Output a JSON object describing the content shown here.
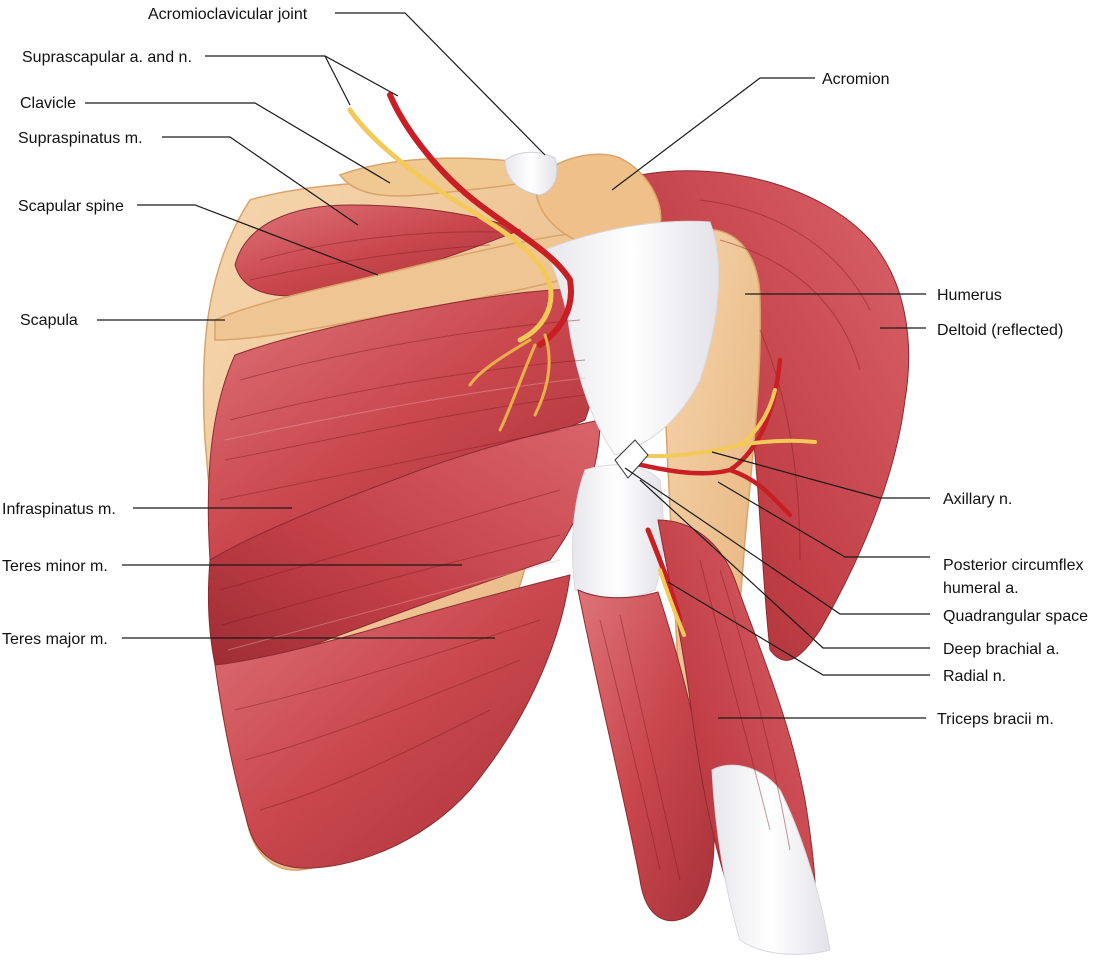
{
  "colors": {
    "muscle": "#c9474d",
    "muscle_dark": "#a8323a",
    "muscle_light": "#dd7479",
    "bone": "#efc594",
    "bone_edge": "#d9a46a",
    "tendon": "#f4f4f6",
    "artery": "#c81e24",
    "nerve": "#f3c95a",
    "label_text": "#111111",
    "leader_line": "#1a1a1a"
  },
  "labels": {
    "acromioclavicular_joint": "Acromioclavicular joint",
    "suprascapular": "Suprascapular a. and n.",
    "clavicle": "Clavicle",
    "supraspinatus": "Supraspinatus m.",
    "scapular_spine": "Scapular spine",
    "scapula": "Scapula",
    "infraspinatus": "Infraspinatus m.",
    "teres_minor": "Teres minor m.",
    "teres_major": "Teres major m.",
    "acromion": "Acromion",
    "humerus": "Humerus",
    "deltoid": "Deltoid (reflected)",
    "axillary_n": "Axillary n.",
    "posterior_circumflex_line1": "Posterior circumflex",
    "posterior_circumflex_line2": "humeral a.",
    "quadrangular_space": "Quadrangular space",
    "deep_brachial": "Deep brachial a.",
    "radial_n": "Radial n.",
    "triceps": "Triceps bracii m."
  }
}
